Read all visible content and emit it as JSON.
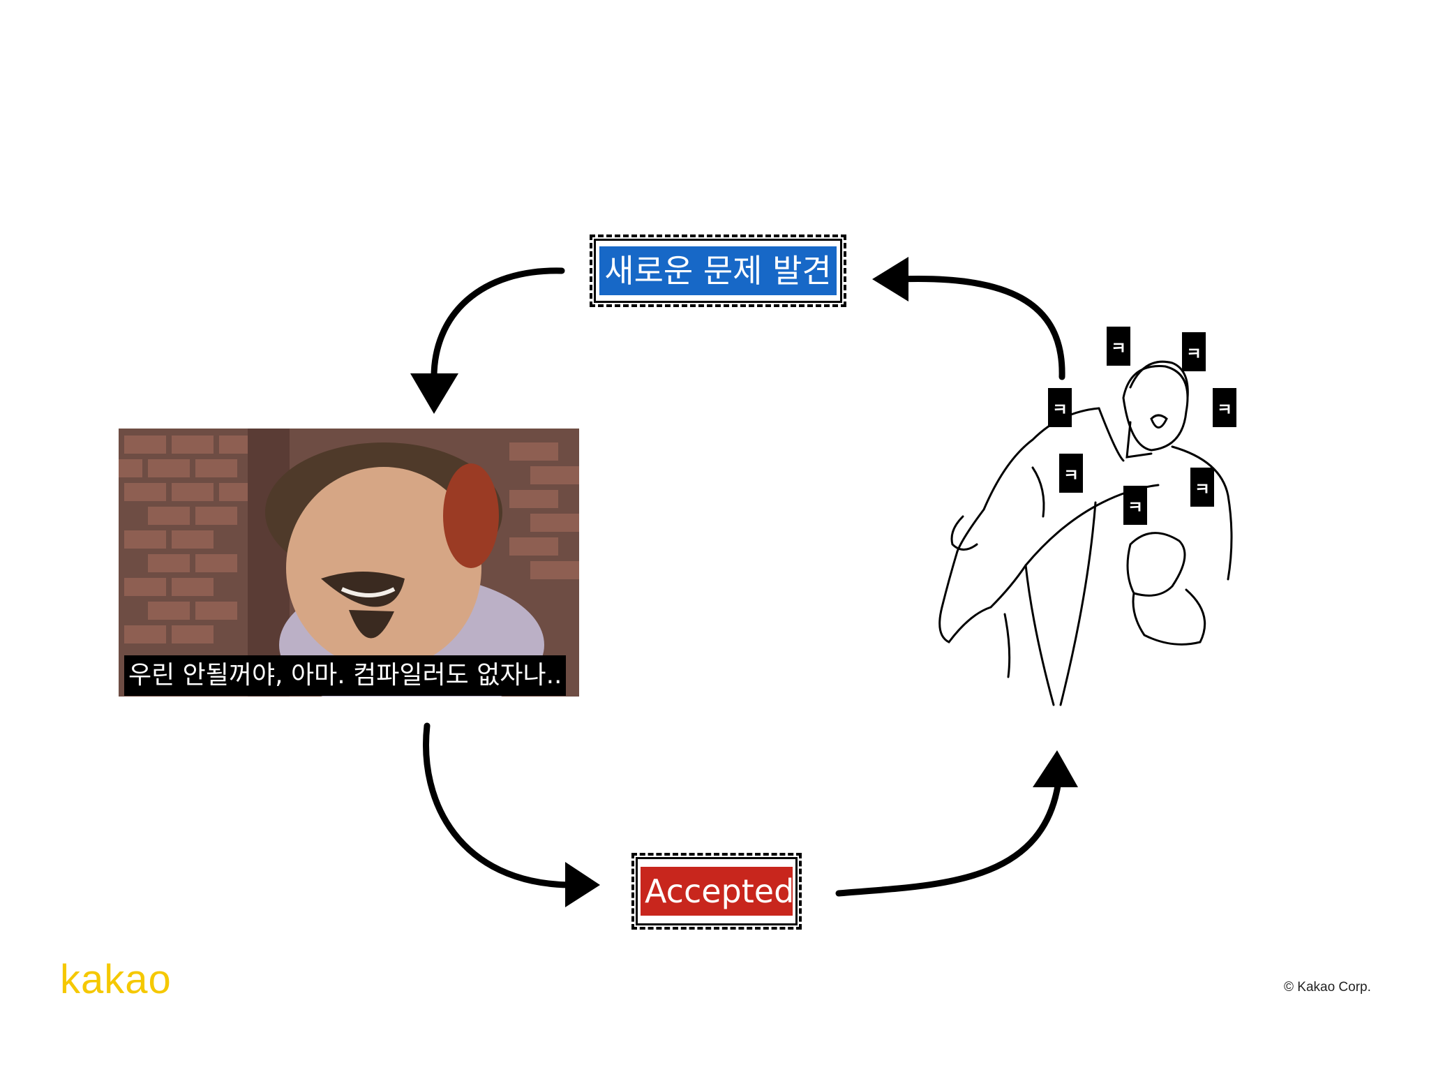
{
  "cycle": {
    "top_node": {
      "label": "새로운 문제 발견",
      "color": "#1768c7"
    },
    "left_panel": {
      "subtitle": "우린 안될꺼야, 아마. 컴파일러도 없자나.."
    },
    "bottom_node": {
      "label": "Accepted",
      "color": "#c8261d"
    },
    "right_panel": {
      "laugh_tags": [
        "ㅋ",
        "ㅋ",
        "ㅋ",
        "ㅋ",
        "ㅋ",
        "ㅋ",
        "ㅋ"
      ]
    }
  },
  "footer": {
    "logo_text": "kakao",
    "logo_color": "#f5c800",
    "copyright": "© Kakao Corp."
  }
}
